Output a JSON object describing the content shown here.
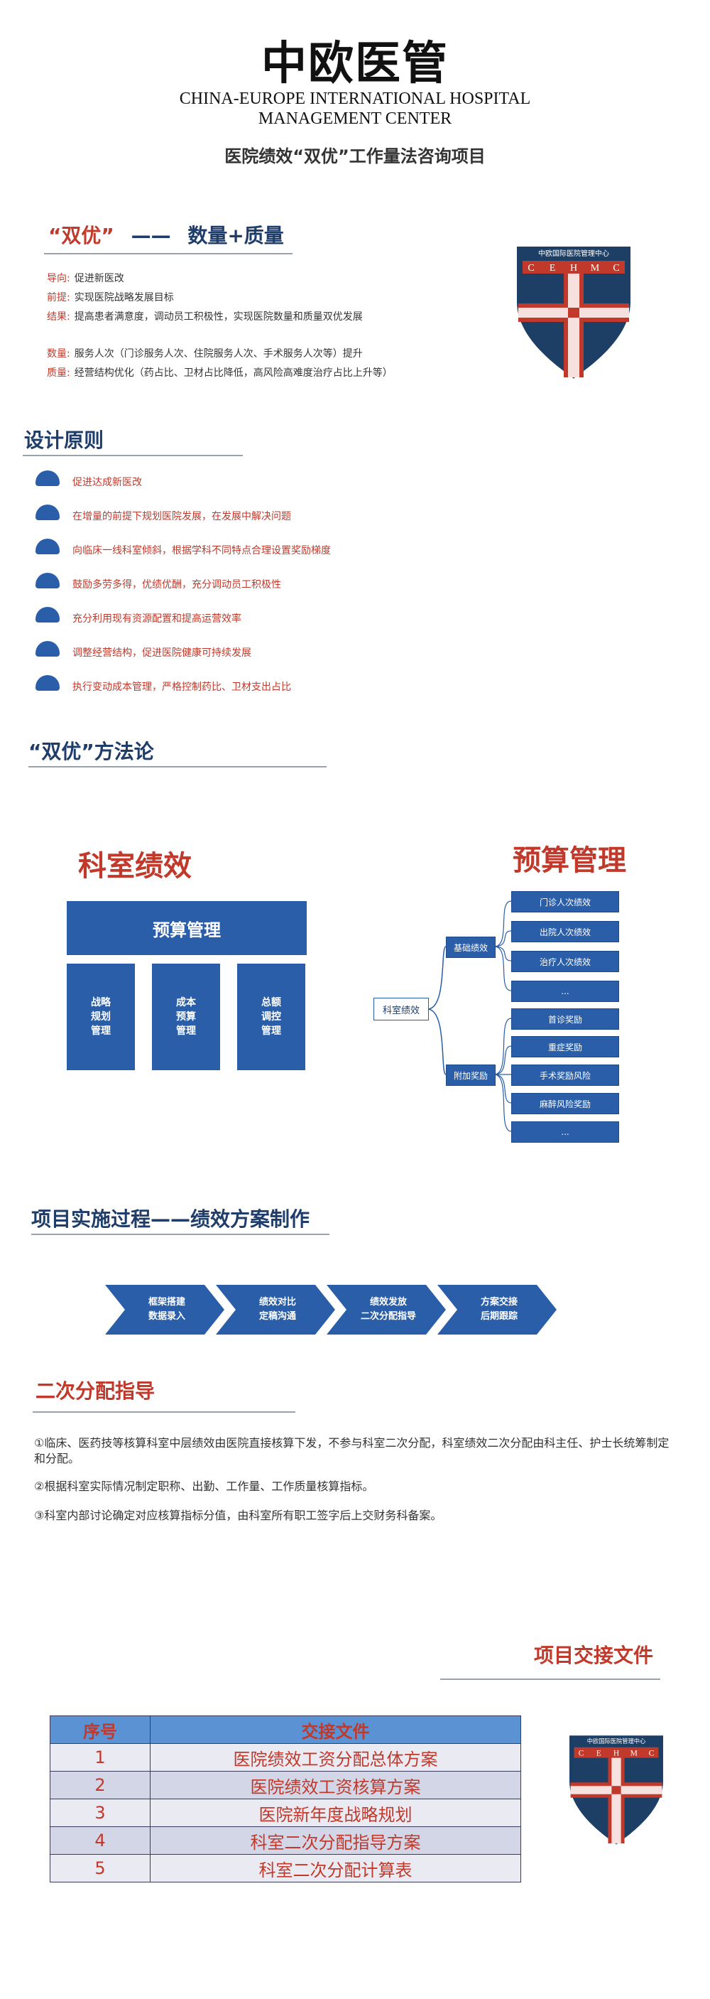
{
  "header": {
    "title": "中欧医管",
    "english_line1": "CHINA-EUROPE INTERNATIONAL HOSPITAL",
    "english_line2": "MANAGEMENT CENTER",
    "subtitle": "医院绩效“双优”工作量法咨询项目"
  },
  "logo": {
    "name": "中欧国际医院管理中心",
    "letters": [
      "C",
      "E",
      "H",
      "M",
      "C"
    ]
  },
  "intro": {
    "title_red": "“双优”",
    "title_dash": "——",
    "title_navy": "数量+质量",
    "lines": [
      {
        "label": "导向:",
        "text": "促进新医改"
      },
      {
        "label": "前提:",
        "text": "实现医院战略发展目标"
      },
      {
        "label": "结果:",
        "text": "提高患者满意度，调动员工积极性，实现医院数量和质量双优发展"
      },
      {
        "label": "数量:",
        "text": "服务人次（门诊服务人次、住院服务人次、手术服务人次等）提升"
      },
      {
        "label": "质量:",
        "text": "经营结构优化（药占比、卫材占比降低，高风险高难度治疗占比上升等）"
      }
    ]
  },
  "principles": {
    "title": "设计原则",
    "items": [
      "促进达成新医改",
      "在增量的前提下规划医院发展，在发展中解决问题",
      "向临床一线科室倾斜，根据学科不同特点合理设置奖励梯度",
      "鼓励多劳多得，优绩优酬，充分调动员工积极性",
      "充分利用现有资源配置和提高运营效率",
      "调整经营结构，促进医院健康可持续发展",
      "执行变动成本管理，严格控制药比、卫材支出占比"
    ]
  },
  "methodology": {
    "title": "“双优”方法论",
    "left_title": "科室绩效",
    "top_block": "预算管理",
    "sub_blocks": [
      "战略\n规划\n管理",
      "成本\n预算\n管理",
      "总额\n调控\n管理"
    ],
    "right_title": "预算管理",
    "tree": {
      "root": "科室绩效",
      "branch1": "基础绩效",
      "branch2": "附加奖励",
      "leaves1": [
        "门诊人次绩效",
        "出院人次绩效",
        "治疗人次绩效",
        "..."
      ],
      "leaves2": [
        "首诊奖励",
        "重症奖励",
        "手术奖励风险",
        "麻醉风险奖励",
        "..."
      ]
    }
  },
  "process": {
    "title": "项目实施过程——绩效方案制作",
    "steps": [
      {
        "l1": "框架搭建",
        "l2": "数据录入"
      },
      {
        "l1": "绩效对比",
        "l2": "定稿沟通"
      },
      {
        "l1": "绩效发放",
        "l2": "二次分配指导"
      },
      {
        "l1": "方案交接",
        "l2": "后期跟踪"
      }
    ]
  },
  "secondary": {
    "title": "二次分配指导",
    "paragraphs": [
      "①临床、医药技等核算科室中层绩效由医院直接核算下发，不参与科室二次分配，科室绩效二次分配由科主任、护士长统筹制定和分配。",
      "②根据科室实际情况制定职称、出勤、工作量、工作质量核算指标。",
      "③科室内部讨论确定对应核算指标分值，由科室所有职工签字后上交财务科备案。"
    ]
  },
  "handover": {
    "title": "项目交接文件",
    "col1": "序号",
    "col2": "交接文件",
    "rows": [
      {
        "no": "1",
        "file": "医院绩效工资分配总体方案"
      },
      {
        "no": "2",
        "file": "医院绩效工资核算方案"
      },
      {
        "no": "3",
        "file": "医院新年度战略规划"
      },
      {
        "no": "4",
        "file": "科室二次分配指导方案"
      },
      {
        "no": "5",
        "file": "科室二次分配计算表"
      }
    ]
  },
  "colors": {
    "accent_red": "#c0392b",
    "accent_blue": "#2a5ea8",
    "navy": "#1f3d6b"
  }
}
